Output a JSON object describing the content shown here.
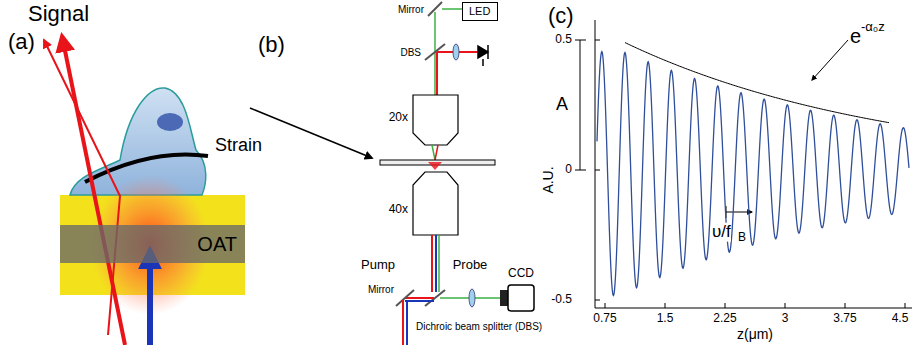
{
  "diagram": {
    "nodes": [
      {
        "text": [
          "LED"
        ]
      },
      {
        "text": [
          "OAT"
        ]
      }
    ],
    "labels": [
      "(a)",
      "Signal",
      "Strain",
      "(b)",
      "Mirror",
      "DBS",
      "20x",
      "40x",
      "Pump",
      "Probe",
      "Mirror",
      "Dichroic beam splitter (DBS)",
      "CCD",
      "(c)",
      "A",
      "e",
      "-α₀z",
      "υ/f",
      "B",
      "A.U.",
      "0.5",
      "0",
      "-0.5",
      "0.75",
      "1.5",
      "2.25",
      "3",
      "3.75",
      "4.5",
      "z(μm)"
    ]
  }
}
